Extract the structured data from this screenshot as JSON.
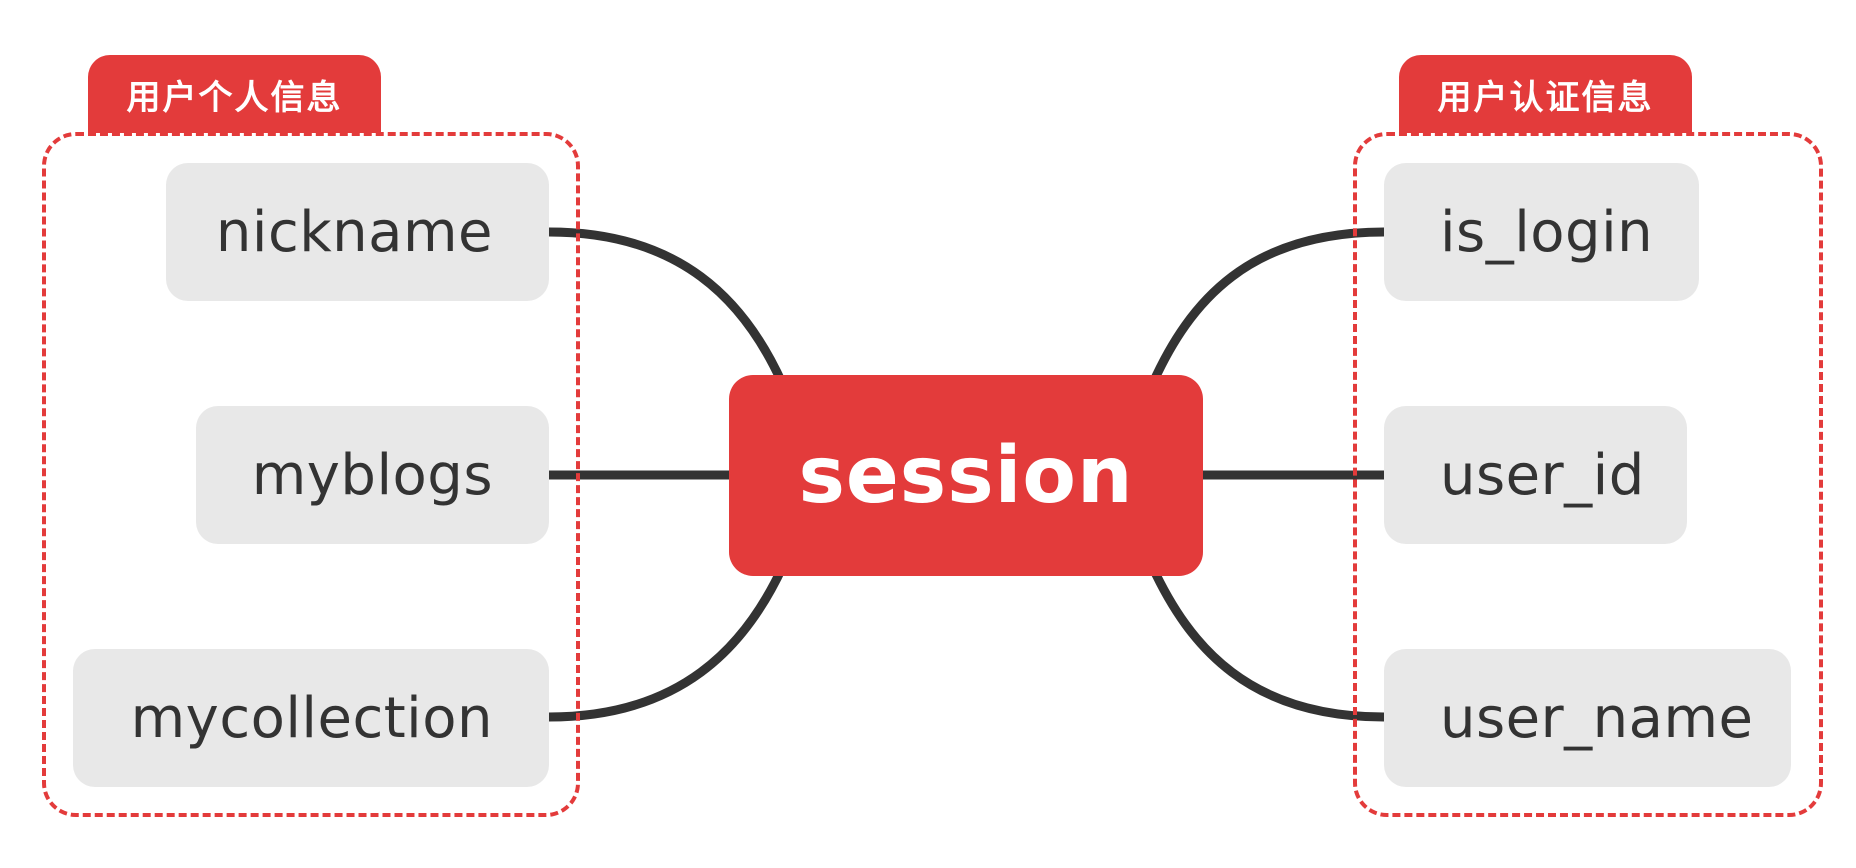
{
  "colors": {
    "accent": "#e33b3b",
    "leaf": "#e8e8e8",
    "connector": "#333333",
    "text": "#333333"
  },
  "central": {
    "label": "session"
  },
  "groups": {
    "personal": {
      "label": "用户个人信息",
      "items": [
        {
          "label": "nickname"
        },
        {
          "label": "myblogs"
        },
        {
          "label": "mycollection"
        }
      ]
    },
    "auth": {
      "label": "用户认证信息",
      "items": [
        {
          "label": "is_login"
        },
        {
          "label": "user_id"
        },
        {
          "label": "user_name"
        }
      ]
    }
  }
}
